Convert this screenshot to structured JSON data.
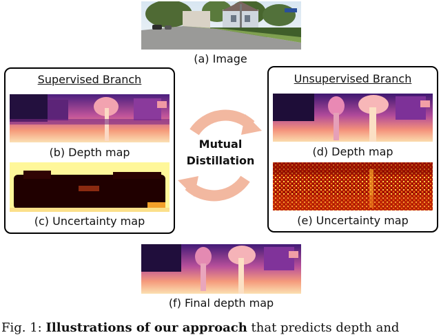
{
  "figure": {
    "top_image_caption": "(a) Image",
    "supervised": {
      "title": "Supervised Branch",
      "depth_caption": "(b) Depth map",
      "uncertainty_caption": "(c) Uncertainty map"
    },
    "unsupervised": {
      "title": "Unsupervised Branch",
      "depth_caption": "(d) Depth map",
      "uncertainty_caption": "(e) Uncertainty map"
    },
    "center": {
      "line1": "Mutual",
      "line2": "Distillation",
      "arrow_color": "#f2b8a0"
    },
    "final_caption": "(f) Final depth map",
    "caption_prefix": "Fig. 1:",
    "caption_bold": "Illustrations of our approach",
    "caption_rest": " that predicts depth and"
  },
  "colors": {
    "depth_dark": "#1a0b3a",
    "depth_mid": "#a63a8f",
    "depth_light": "#f9d9a8",
    "uncert_bg": "#fffb9a",
    "uncert_dark": "#1a0000"
  }
}
